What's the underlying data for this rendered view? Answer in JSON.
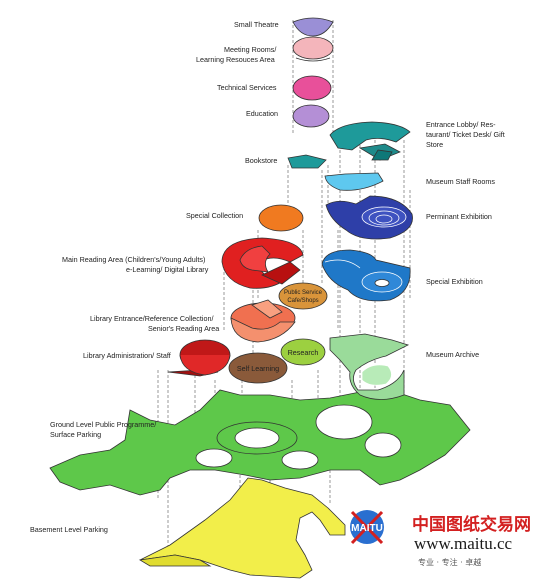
{
  "labels": {
    "small_theatre": "Small Theatre",
    "meeting_rooms_1": "Meeting Rooms/",
    "meeting_rooms_2": "Learning Resouces Area",
    "technical_services": "Technical Services",
    "education": "Education",
    "entrance_lobby_1": "Entrance Lobby/ Res-",
    "entrance_lobby_2": "taurant/ Ticket Desk/ Gift",
    "entrance_lobby_3": "Store",
    "bookstore": "Bookstore",
    "museum_staff_rooms": "Museum Staff Rooms",
    "special_collection": "Special Collection",
    "permanent_exhibition": "Perminant Exhibition",
    "main_reading_1": "Main Reading Area (Children's/Young Adults)",
    "main_reading_2": "e-Learning/ Digital Library",
    "public_service_1": "Public Service",
    "public_service_2": "Cafe/Shops",
    "special_exhibition": "Special Exhibition",
    "library_entrance_1": "Library Entrance/Reference Collection/",
    "library_entrance_2": "Senior's Reading Area",
    "research": "Research",
    "library_admin": "Library Administration/ Staff",
    "self_learning": "Self Learning",
    "museum_archive": "Museum Archive",
    "ground_level_1": "Ground Level Public Programme/",
    "ground_level_2": "Surface Parking",
    "basement": "Basement Level Parking"
  },
  "watermark": {
    "logo": "MAITU",
    "chinese": "中国图纸交易网",
    "url": "www.maitu.cc",
    "tagline": "专业 · 专注 · 卓越"
  },
  "colors": {
    "small_theatre": "#9a8fd6",
    "meeting_rooms": "#f4b5bb",
    "technical_services": "#e8509a",
    "education": "#b48fd6",
    "entrance_lobby": "#1e9a9a",
    "bookstore": "#1e9a9a",
    "museum_staff_rooms": "#5ec8ef",
    "special_collection": "#f07a20",
    "permanent_exhibition": "#2e3fa8",
    "main_reading": "#e02020",
    "public_service": "#d9943a",
    "special_exhibition": "#1f78c8",
    "library_entrance": "#f07050",
    "research": "#9cd040",
    "library_admin": "#c01818",
    "self_learning": "#8a5a3a",
    "museum_archive": "#9adb9a",
    "ground_level": "#5ec84a",
    "basement": "#f2ee4a"
  }
}
